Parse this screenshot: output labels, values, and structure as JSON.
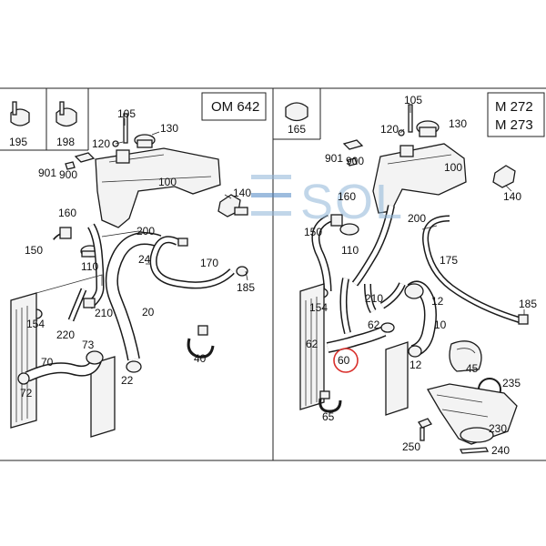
{
  "left": {
    "engine": "OM 642",
    "labels": {
      "p195": "195",
      "p198": "198",
      "p105": "105",
      "p130": "130",
      "p120": "120",
      "p901": "901",
      "p900": "900",
      "p100": "100",
      "p140": "140",
      "p160": "160",
      "p200": "200",
      "p150": "150",
      "p110": "110",
      "p24": "24",
      "p170": "170",
      "p185": "185",
      "p154": "154",
      "p210": "210",
      "p20": "20",
      "p220": "220",
      "p73": "73",
      "p40": "40",
      "p70": "70",
      "p22": "22",
      "p72": "72"
    }
  },
  "right": {
    "engine_line1": "M 272",
    "engine_line2": "M 273",
    "labels": {
      "p165": "165",
      "p105": "105",
      "p120": "120",
      "p130": "130",
      "p901": "901",
      "p900": "900",
      "p100": "100",
      "p140": "140",
      "p160": "160",
      "p200": "200",
      "p150": "150",
      "p110": "110",
      "p175": "175",
      "p154": "154",
      "p210": "210",
      "p12a": "12",
      "p185": "185",
      "p62a": "62",
      "p10": "10",
      "p62b": "62",
      "p60": "60",
      "p12b": "12",
      "p45": "45",
      "p235": "235",
      "p65": "65",
      "p230": "230",
      "p250": "250",
      "p240": "240"
    }
  },
  "watermark": "SOL",
  "highlight_color": "#d9302c",
  "watermark_color": "#8fb6d8"
}
